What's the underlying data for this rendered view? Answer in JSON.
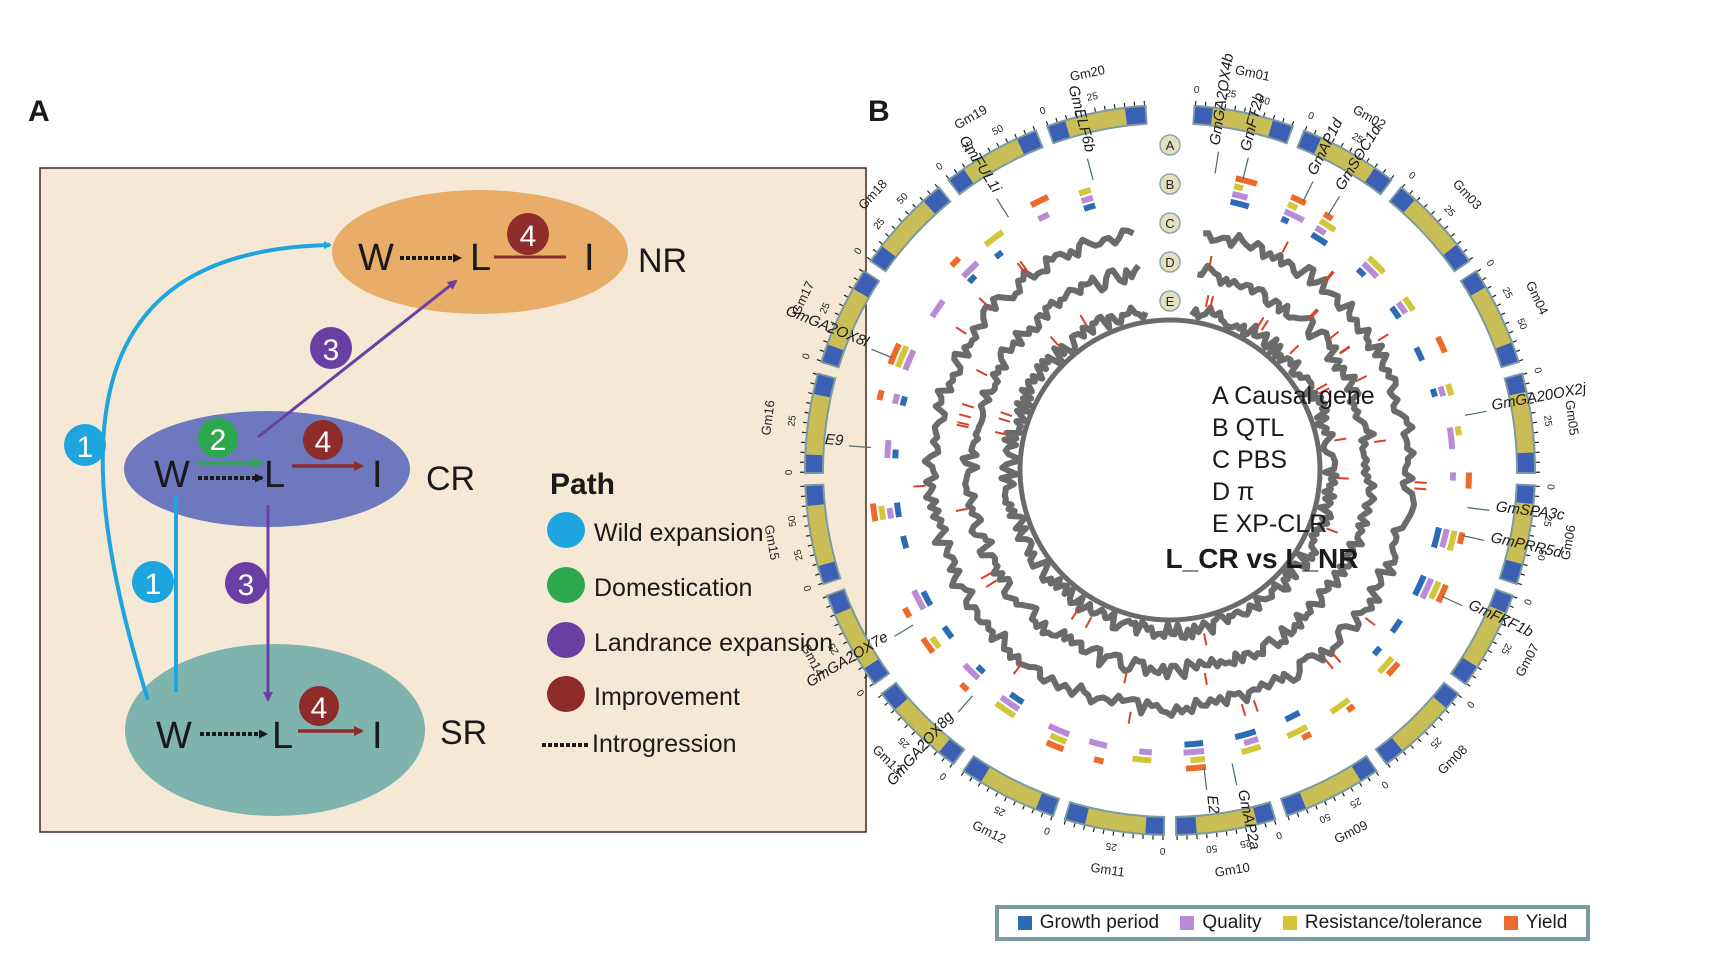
{
  "figure": {
    "panel_a_label": "A",
    "panel_b_label": "B"
  },
  "panel_a": {
    "background_color": "#f5e9d6",
    "regions": [
      {
        "id": "NR",
        "label": "NR",
        "color": "#e8ad68",
        "nodes": [
          "W",
          "L",
          "I"
        ],
        "links": [
          {
            "from": "W",
            "to": "L",
            "type": "introgression"
          },
          {
            "from": "L",
            "to": "I",
            "type": "improvement-blocked",
            "badge": "4"
          }
        ]
      },
      {
        "id": "CR",
        "label": "CR",
        "color": "#6d78bf",
        "nodes": [
          "W",
          "L",
          "I"
        ],
        "links": [
          {
            "from": "W",
            "to": "L",
            "type": "domestication",
            "badge": "2"
          },
          {
            "from": "W",
            "to": "L",
            "type": "introgression"
          },
          {
            "from": "L",
            "to": "I",
            "type": "improvement",
            "badge": "4"
          }
        ]
      },
      {
        "id": "SR",
        "label": "SR",
        "color": "#7fb3ae",
        "nodes": [
          "W",
          "L",
          "I"
        ],
        "links": [
          {
            "from": "W",
            "to": "L",
            "type": "introgression"
          },
          {
            "from": "L",
            "to": "I",
            "type": "improvement",
            "badge": "4"
          }
        ]
      }
    ],
    "cross_paths": [
      {
        "from": "SR.W",
        "to": "NR.W",
        "path": "wild",
        "badge": "1"
      },
      {
        "from": "SR.W",
        "to": "CR.W",
        "path": "wild",
        "badge": "1"
      },
      {
        "from": "CR.L",
        "to": "NR.L",
        "path": "landrace",
        "badge": "3"
      },
      {
        "from": "CR.L",
        "to": "SR.L",
        "path": "landrace",
        "badge": "3"
      }
    ],
    "legend": {
      "title": "Path",
      "items": [
        {
          "key": "wild",
          "label": "Wild expansion",
          "color": "#1ea5df"
        },
        {
          "key": "domestication",
          "label": "Domestication",
          "color": "#2ea84f"
        },
        {
          "key": "landrace",
          "label": "Landrance expansion",
          "color": "#6a3ea3"
        },
        {
          "key": "improvement",
          "label": "Improvement",
          "color": "#8e2c2c"
        },
        {
          "key": "introgression",
          "label": "Introgression",
          "color": "#1a1a1a"
        }
      ]
    }
  },
  "panel_b": {
    "track_markers": [
      "A",
      "B",
      "C",
      "D",
      "E"
    ],
    "center_legend": [
      "A Causal gene",
      "B QTL",
      "C PBS",
      "D π",
      "E XP-CLR"
    ],
    "comparison_title": "L_CR vs L_NR",
    "colors": {
      "chrom_blue": "#3b5fb5",
      "chrom_yellow": "#c9bd55",
      "chrom_border": "#7c9aa0",
      "track_gray": "#6b6b6b",
      "highlight_red": "#d9402a"
    },
    "legend": [
      {
        "label": "Growth period",
        "color": "#2b6cb5"
      },
      {
        "label": "Quality",
        "color": "#b98ad6"
      },
      {
        "label": "Resistance/tolerance",
        "color": "#d4c63a"
      },
      {
        "label": "Yield",
        "color": "#ec6a2b"
      }
    ]
  },
  "chart_data": {
    "type": "circos",
    "title": "L_CR vs L_NR",
    "chromosomes": [
      {
        "name": "Gm01",
        "ticks": [
          "0",
          "25",
          "50"
        ]
      },
      {
        "name": "Gm02",
        "ticks": [
          "0",
          "25"
        ]
      },
      {
        "name": "Gm03",
        "ticks": [
          "0",
          "25"
        ]
      },
      {
        "name": "Gm04",
        "ticks": [
          "0",
          "25",
          "50"
        ]
      },
      {
        "name": "Gm05",
        "ticks": [
          "0",
          "25"
        ]
      },
      {
        "name": "Gm06",
        "ticks": [
          "0",
          "25",
          "50"
        ]
      },
      {
        "name": "Gm07",
        "ticks": [
          "0",
          "25"
        ]
      },
      {
        "name": "Gm08",
        "ticks": [
          "0",
          "25"
        ]
      },
      {
        "name": "Gm09",
        "ticks": [
          "0",
          "25",
          "50"
        ]
      },
      {
        "name": "Gm10",
        "ticks": [
          "0",
          "25",
          "50"
        ]
      },
      {
        "name": "Gm11",
        "ticks": [
          "0",
          "25"
        ]
      },
      {
        "name": "Gm12",
        "ticks": [
          "0",
          "25"
        ]
      },
      {
        "name": "Gm13",
        "ticks": [
          "0",
          "25"
        ]
      },
      {
        "name": "Gm14",
        "ticks": [
          "0",
          "25"
        ]
      },
      {
        "name": "Gm15",
        "ticks": [
          "0",
          "25",
          "50"
        ]
      },
      {
        "name": "Gm16",
        "ticks": [
          "0",
          "25"
        ]
      },
      {
        "name": "Gm17",
        "ticks": [
          "0",
          "25"
        ]
      },
      {
        "name": "Gm18",
        "ticks": [
          "0",
          "25",
          "50"
        ]
      },
      {
        "name": "Gm19",
        "ticks": [
          "0",
          "25",
          "50"
        ]
      },
      {
        "name": "Gm20",
        "ticks": [
          "0",
          "25"
        ]
      }
    ],
    "tracks": [
      "A Causal gene",
      "B QTL",
      "C PBS",
      "D π",
      "E XP-CLR"
    ],
    "causal_genes": [
      {
        "name": "GmELF6b",
        "chrom": "Gm20"
      },
      {
        "name": "GmGA2OX4b",
        "chrom": "Gm01"
      },
      {
        "name": "GmFT2b",
        "chrom": "Gm01"
      },
      {
        "name": "GmAP1d",
        "chrom": "Gm02"
      },
      {
        "name": "GmSOC1d",
        "chrom": "Gm02"
      },
      {
        "name": "GmGA20OX2j",
        "chrom": "Gm05"
      },
      {
        "name": "GmSPA3c",
        "chrom": "Gm06"
      },
      {
        "name": "GmPRR5d",
        "chrom": "Gm06"
      },
      {
        "name": "GmFKF1b",
        "chrom": "Gm07"
      },
      {
        "name": "GmAP2a",
        "chrom": "Gm10"
      },
      {
        "name": "E2",
        "chrom": "Gm10"
      },
      {
        "name": "GmGA2OX8g",
        "chrom": "Gm13"
      },
      {
        "name": "GmGA2OX7e",
        "chrom": "Gm14"
      },
      {
        "name": "E9",
        "chrom": "Gm16"
      },
      {
        "name": "GmGA2OX8l",
        "chrom": "Gm17"
      },
      {
        "name": "GmFUL1i",
        "chrom": "Gm19"
      }
    ],
    "qtl_categories": [
      "Growth period",
      "Quality",
      "Resistance/tolerance",
      "Yield"
    ],
    "legend_position": "bottom"
  }
}
